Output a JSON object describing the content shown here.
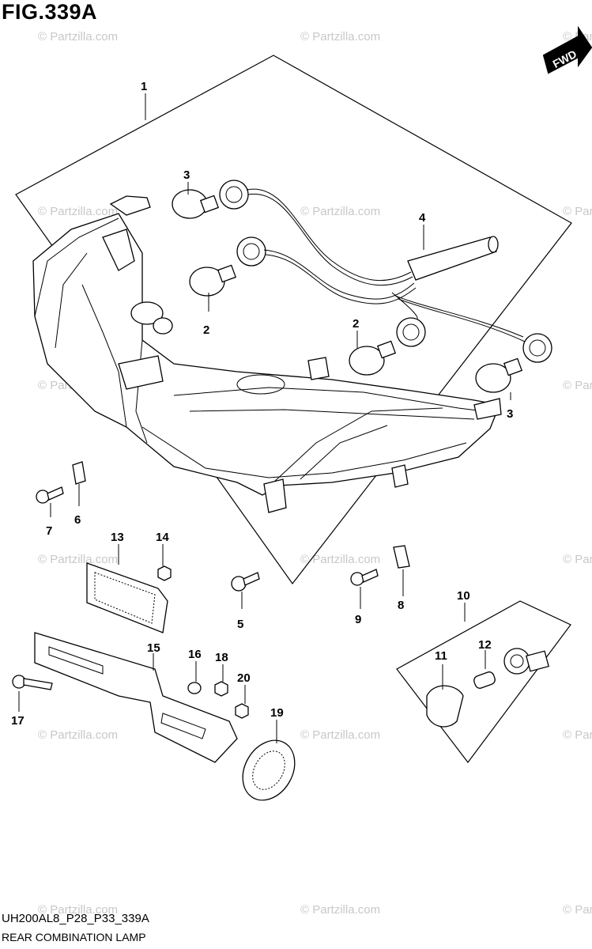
{
  "figure": {
    "title": "FIG.339A",
    "fwd_label": "FWD",
    "diagram_code": "UH200AL8_P28_P33_339A",
    "diagram_name": "REAR COMBINATION LAMP"
  },
  "watermarks": {
    "text": "© Partzilla.com",
    "center_text": "© Partzilla.com"
  },
  "callouts": [
    {
      "id": "c1",
      "text": "1"
    },
    {
      "id": "c2a",
      "text": "2"
    },
    {
      "id": "c2b",
      "text": "2"
    },
    {
      "id": "c3a",
      "text": "3"
    },
    {
      "id": "c3b",
      "text": "3"
    },
    {
      "id": "c4",
      "text": "4"
    },
    {
      "id": "c5",
      "text": "5"
    },
    {
      "id": "c6",
      "text": "6"
    },
    {
      "id": "c7",
      "text": "7"
    },
    {
      "id": "c8",
      "text": "8"
    },
    {
      "id": "c9",
      "text": "9"
    },
    {
      "id": "c10",
      "text": "10"
    },
    {
      "id": "c11",
      "text": "11"
    },
    {
      "id": "c12",
      "text": "12"
    },
    {
      "id": "c13",
      "text": "13"
    },
    {
      "id": "c14",
      "text": "14"
    },
    {
      "id": "c15",
      "text": "15"
    },
    {
      "id": "c16",
      "text": "16"
    },
    {
      "id": "c17",
      "text": "17"
    },
    {
      "id": "c18",
      "text": "18"
    },
    {
      "id": "c19",
      "text": "19"
    },
    {
      "id": "c20",
      "text": "20"
    }
  ]
}
